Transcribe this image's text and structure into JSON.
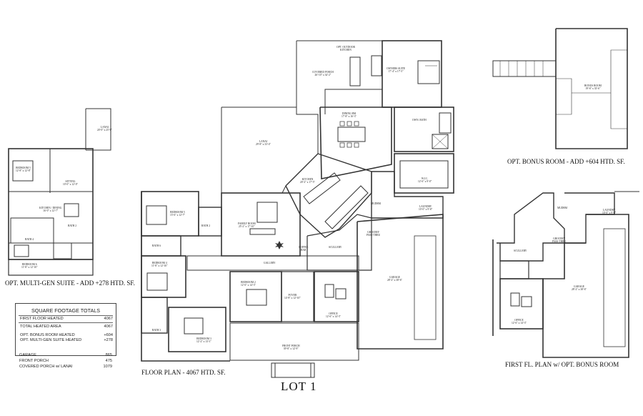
{
  "drawing": {
    "title": "LOT 1"
  },
  "captions": {
    "multigen": "OPT. MULTI-GEN SUITE - ADD +278 HTD. SF.",
    "floor_plan": "FLOOR PLAN - 4067 HTD. SF.",
    "bonus": "OPT. BONUS ROOM - ADD +604 HTD. SF.",
    "first_fl": "FIRST FL. PLAN w/ OPT. BONUS ROOM"
  },
  "sqft_table": {
    "header": "SQUARE FOOTAGE TOTALS",
    "rows": [
      {
        "label": "FIRST FLOOR HEATED",
        "value": "4067"
      },
      {
        "label": "TOTAL HEATED AREA",
        "value": "4067"
      },
      {
        "label": "OPT. BONUS ROOM HEATED",
        "value": "+604"
      },
      {
        "label": "OPT. MULTI-GEN SUITE HEATED",
        "value": "+278"
      },
      {
        "label": "GARAGE",
        "value": "865"
      },
      {
        "label": "FRONT PORCH",
        "value": "475"
      },
      {
        "label": "COVERED PORCH w/ LANAI",
        "value": "1079"
      }
    ]
  },
  "rooms": {
    "outdoor_kitchen": {
      "name": "OPT. OUTDOOR",
      "name2": "KITCHEN"
    },
    "covered_porch": {
      "name": "COVERED PORCH",
      "dim": "26'-10\" x 34'-2\""
    },
    "owners_suite": {
      "name": "OWNERS SUITE",
      "dim": "17'-4\" x 17'-5\""
    },
    "dining": {
      "name": "DINING RM",
      "dim": "17'-8\" x 16'-3\""
    },
    "owners_bath": {
      "name": "OWN. BATH"
    },
    "lanai": {
      "name": "LANAI",
      "dim": "29'-8\" x 33'-4\""
    },
    "kitchen": {
      "name": "KITCHEN",
      "dim": "20'-2\" x 17'-5\""
    },
    "wic": {
      "name": "W.I.C.",
      "dim": "12'-6\" x 9'-0\""
    },
    "bedroom5": {
      "name": "BEDROOM 5",
      "dim": "15'-6\" x 12'-7\""
    },
    "bath2": {
      "name": "BATH 2"
    },
    "family": {
      "name": "FAMILY ROOM",
      "dim": "25'-2\" x 17'-10\""
    },
    "mudrm": {
      "name": "MUDRM"
    },
    "laundry": {
      "name": "LAUNDRY",
      "dim": "10'-0\" x 9'-8\""
    },
    "bath6": {
      "name": "BATH 6"
    },
    "coffee_bar": {
      "name": "COFFEE",
      "name2": "BAR"
    },
    "scullery": {
      "name": "SCULLERY"
    },
    "grocery": {
      "name": "GROCERY",
      "name2": "PASS-THRU"
    },
    "bedroom4": {
      "name": "BEDROOM 4",
      "dim": "11'-8\" x 12'-10\""
    },
    "gallery": {
      "name": "GALLERY"
    },
    "garage": {
      "name": "GARAGE",
      "dim": "28'-2\" x 38'-6\""
    },
    "bedroom2": {
      "name": "BEDROOM 2",
      "dim": "12'-6\" x 14'-3\""
    },
    "foyer": {
      "name": "FOYER",
      "dim": "14'-8\" x 12'-10\""
    },
    "office": {
      "name": "OFFICE",
      "dim": "12'-6\" x 14'-3\""
    },
    "bath3": {
      "name": "BATH 3"
    },
    "bedroom3": {
      "name": "BEDROOM 3",
      "dim": "12'-2\" x 13'-1\""
    },
    "front_porch": {
      "name": "FRONT PORCH",
      "dim": "39'-8\" x 12'-9\""
    },
    "mg_lanai": {
      "name": "LANAI",
      "dim": "20'-0\" x 25'-0\""
    },
    "mg_bedroom": {
      "name": "BEDROOM 5",
      "dim": "12'-8\" x 12'-8\""
    },
    "mg_sitting": {
      "name": "SITTING",
      "dim": "10'-0\" x 12'-0\""
    },
    "mg_kitchen": {
      "name": "KITCHEN / DINING",
      "dim": "16'-0\" x 12'-7\""
    },
    "mg_bath2": {
      "name": "BATH 2"
    },
    "mg_bath4": {
      "name": "BATH 4"
    },
    "mg_bedroom6": {
      "name": "BEDROOM 6",
      "dim": "11'-8\" x 12'-10\""
    },
    "bonus_room": {
      "name": "BONUS ROOM",
      "dim": "19'-6\" x 33'-6\""
    },
    "r_mudrm": {
      "name": "MUDRM"
    },
    "r_laundry": {
      "name": "LAUNDRY",
      "dim": "10'-0\" x 9'-8\""
    },
    "r_grocery": {
      "name": "GROCERY",
      "name2": "PASS-THRU"
    },
    "r_scullery": {
      "name": "SCULLERY"
    },
    "r_garage": {
      "name": "GARAGE",
      "dim": "28'-2\" x 38'-6\""
    },
    "r_office": {
      "name": "OFFICE",
      "dim": "12'-6\" x 14'-3\""
    }
  }
}
